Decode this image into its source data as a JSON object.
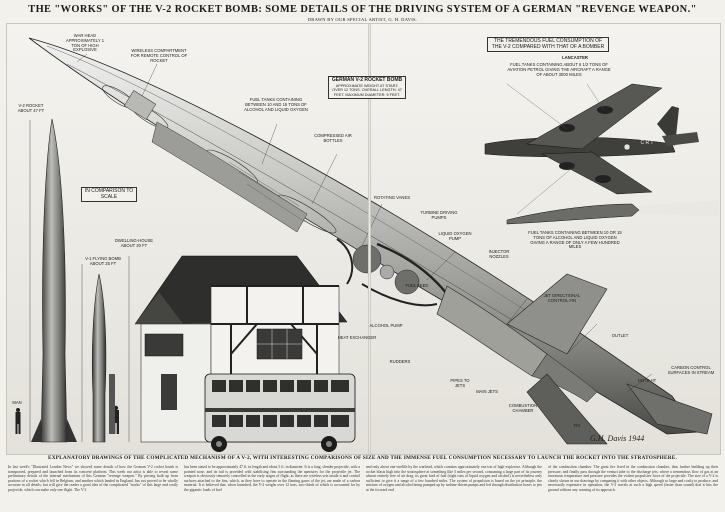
{
  "header": {
    "headline": "THE \"WORKS\" OF THE V-2 ROCKET BOMB: SOME DETAILS OF THE DRIVING SYSTEM OF A GERMAN \"REVENGE WEAPON.\"",
    "credit": "DRAWN BY OUR SPECIAL ARTIST, G. H. DAVIS."
  },
  "labels": {
    "war_head": "WAR HEAD APPROXIMATELY 1 TON OF HIGH EXPLOSIVE",
    "wireless": "WIRELESS COMPARTMENT FOR REMOTE CONTROL OF ROCKET",
    "fuel_tank_top": "FUEL TANKS CONTAINING BETWEEN 10 AND 15 TONS OF ALCOHOL AND LIQUID OXYGEN",
    "compressed": "COMPRESSED AIR BOTTLES",
    "title_box": "GERMAN V-2 ROCKET BOMB",
    "title_box_sub": "APPROXIMATE WEIGHT AT START: OVER 12 TONS. OVERALL LENGTH: 47 FEET. MAXIMUM DIAMETER: 5 FEET.",
    "aircraft_box": "THE TREMENDOUS FUEL CONSUMPTION OF THE V-2 COMPARED WITH THAT OF A BOMBER",
    "lancaster": "LANCASTER",
    "lancaster_note": "FUEL TANKS CONTAINING ABOUT 6 1/2 TONS OF AVIATION PETROL GIVING THE AIRCRAFT A RANGE OF ABOUT 3000 MILES",
    "v2_fuel_note": "FUEL TANKS CONTAINING BETWEEN 10 OR 15 TONS OF ALCOHOL AND LIQUID OXYGEN GIVING A RANGE OF ONLY A FEW HUNDRED MILES",
    "rocket_scale": "V-2 ROCKET ABOUT 47 FT",
    "comparison": "IN COMPARISON TO SCALE",
    "v1": "V-1 FLYING BOMB ABOUT 25 FT",
    "house": "DWELLING-HOUSE ABOUT 30 FT",
    "man": "MAN",
    "rotating_vanes": "ROTATING VANES",
    "turbine_pumps": "TURBINE DRIVING PUMPS",
    "oxygen_pump": "LIQUID OXYGEN PUMP",
    "injector": "INJECTOR NOZZLES",
    "alcohol_pump": "ALCOHOL PUMP",
    "directional": "JET DIRECTIONAL CONTROL FIN",
    "outlet": "OUTLET",
    "gas_vanes": "CARBON CONTROL SURFACES IN STREAM",
    "combustion": "COMBUSTION CHAMBER",
    "fins": "FIN",
    "note_ht": "NOTE HT",
    "fuel_feed": "FUEL FEED",
    "pipes": "PIPES TO JETS",
    "rudder": "RUDDERS",
    "heat_exch": "HEAT EXCHANGER",
    "main_jets": "MAIN JETS",
    "signature": "G.H. Davis 1944"
  },
  "bomber_roundel": "C R T",
  "caption": "EXPLANATORY DRAWINGS OF THE COMPLICATED MECHANISM OF A V-2, WITH INTERESTING COMPARISONS OF SIZE AND THE IMMENSE FUEL CONSUMPTION NECESSARY TO LAUNCH THE ROCKET INTO THE STRATOSPHERE.",
  "body": {
    "col1": "In last week's \"Illustrated London News\" we showed some details of how the German V-2 rocket bomb is transported, prepared and launched from its concrete platform. This week our artist is able to reveal some preliminary details of the internal mechanism of this German \"revenge weapon.\" By piecing built up from portions of a rocket which fell in Belgium, and another which landed in England, has not proved to be wholly accurate in all details, but will give the reader a good idea of the complicated \"works\" of this large and costly projectile, which can make only one flight. The V-2",
    "col2": "has been stated to be approximately 47 ft. in length and about 5 ft. in diameter. It is a long, slender projectile, with a pointed nose, and its tail is provided with stabilising fins surrounding the apertures for the projectile jet. The weapon is obviously remotely controlled in the early stages of flight, as there are wireless sets inside it and control surfaces attached to the fins, which, as they have to operate in the flaming gases of the jet, are made of a carbon material. It is believed that, when launched, the V-2 weighs over 12 tons, two-thirds of which is accounted for by the gigantic loads of fuel",
    "col3": "and only about one-twelfth by the warhead, which contains approximately one ton of high-explosive. Although the rocket blasts high into the stratosphere at something like 3 miles per second, consuming a large part of its journey almost entirely free of air drag, its great load of fuel (eight tons of liquid oxygen and alcohol) is nevertheless only sufficient to give it a range of a few hundred miles. The system of propulsion is based on the jet principle, the mixture of oxygen and alcohol being pumped up by turbine-driven pumps and fed through distribution boxes to jets at the forward end",
    "col4": "of the combustion chamber. The great fire fixed in the combustion chamber, thus further building up their pressure, and finally pass through the venturi tube to the discharge jets, where a tremendous flow of gas at an enormous temperature and pressure provides the violent propulsive force of the projectile. The size of a V-2 is clearly shown in our drawings by comparing it with other objects. Although so large and costly to produce, and necessarily expensive in operation, the V-2 travels at such a high speed (faster than sound) that it hits the ground without any warning of its approach."
  },
  "colors": {
    "paper": "#ecebe6",
    "ink": "#1a1a1a",
    "metal_light": "#cfcfcf",
    "metal_dark": "#555555"
  }
}
